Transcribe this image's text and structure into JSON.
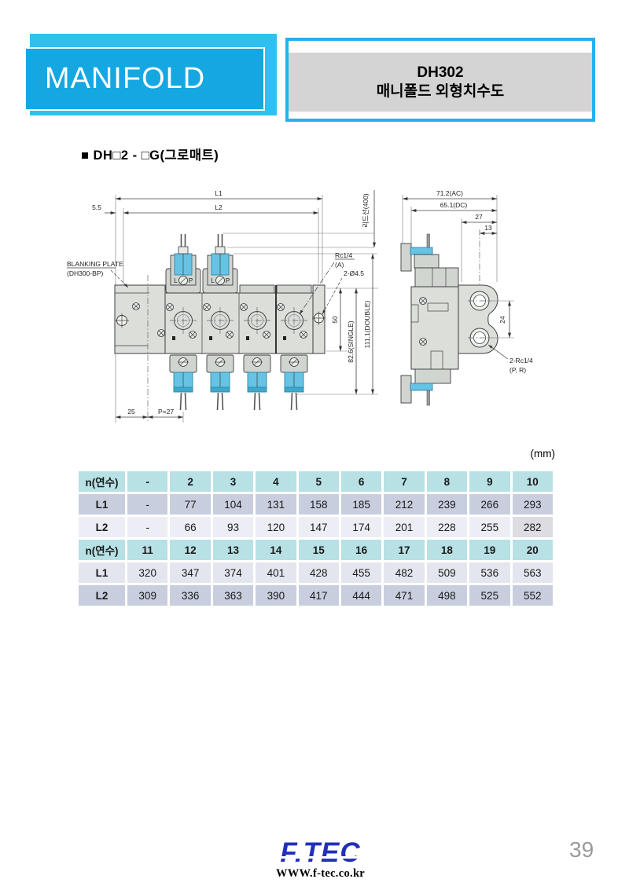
{
  "header": {
    "banner_title": "MANIFOLD",
    "model": "DH302",
    "subtitle": "매니폴드 외형치수도"
  },
  "section": {
    "heading": "■ DH□2 - □G(그로매트)"
  },
  "drawing": {
    "front": {
      "l1": "L1",
      "l2": "L2",
      "d55": "5.5",
      "lead": "리드선(400)",
      "bp1": "BLANKING PLATE",
      "bp2": "(DH300-BP)",
      "rc": "Rc1/4",
      "rc_sub": "(A)",
      "holes": "2-Ø4.5",
      "d50": "50",
      "d826": "82.6(SINGLE)",
      "d1111": "111.1(DOUBLE)",
      "d25": "25",
      "p27": "P=27",
      "mark_l": "L",
      "mark_p": "P"
    },
    "side": {
      "ac": "71.2(AC)",
      "dc": "65.1(DC)",
      "d27": "27",
      "d13": "13",
      "d24": "24",
      "ports": "2-Rc1/4",
      "ports_sub": "(P, R)"
    }
  },
  "table": {
    "unit": "(mm)",
    "h1": [
      "n(연수)",
      "-",
      "2",
      "3",
      "4",
      "5",
      "6",
      "7",
      "8",
      "9",
      "10"
    ],
    "a1": [
      "L1",
      "-",
      "77",
      "104",
      "131",
      "158",
      "185",
      "212",
      "239",
      "266",
      "293"
    ],
    "b1": [
      "L2",
      "-",
      "66",
      "93",
      "120",
      "147",
      "174",
      "201",
      "228",
      "255",
      "282"
    ],
    "h2": [
      "n(연수)",
      "11",
      "12",
      "13",
      "14",
      "15",
      "16",
      "17",
      "18",
      "19",
      "20"
    ],
    "a2": [
      "L1",
      "320",
      "347",
      "374",
      "401",
      "428",
      "455",
      "482",
      "509",
      "536",
      "563"
    ],
    "b2": [
      "L2",
      "309",
      "336",
      "363",
      "390",
      "417",
      "444",
      "471",
      "498",
      "525",
      "552"
    ]
  },
  "footer": {
    "logo": "F.TEC",
    "url": "WWW.f-tec.co.kr",
    "page_number": "39"
  },
  "colors": {
    "banner_back": "#2ec0f0",
    "banner_front": "#14a7e2",
    "box_border": "#25b1e9",
    "gray_band": "#d4d4d4",
    "table_header": "#b7e1e5",
    "table_lavender": "#c8cede",
    "table_light_a": "#edeef5",
    "table_light_b": "#e3e6ef",
    "table_gray_cell": "#dcdce2",
    "solenoid_cyan": "#66c3e3",
    "logo_blue": "#2230bb",
    "page_number_gray": "#9a9a9a"
  }
}
